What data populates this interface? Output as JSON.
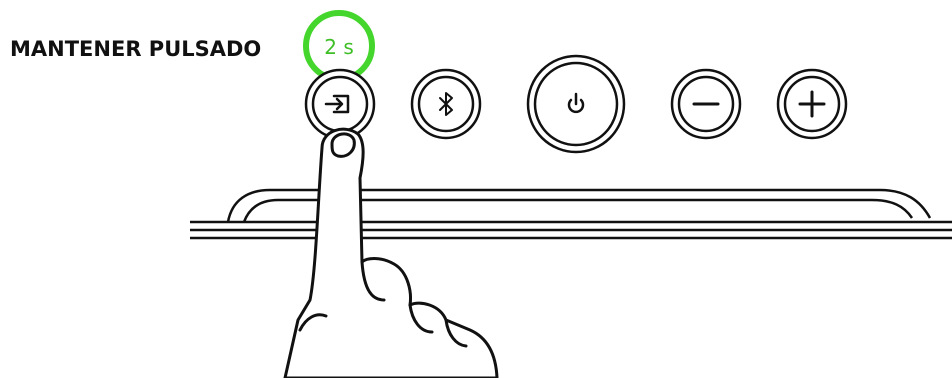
{
  "instruction": {
    "label": "MANTENER PULSADO"
  },
  "timer": {
    "text": "2 s",
    "color": "#44d62c"
  },
  "colors": {
    "outline": "#111111",
    "background": "#ffffff"
  },
  "buttons": [
    {
      "name": "input-source",
      "icon": "input-source-icon",
      "pressed": true
    },
    {
      "name": "bluetooth",
      "icon": "bluetooth-icon",
      "pressed": false
    },
    {
      "name": "power",
      "icon": "power-icon",
      "pressed": false
    },
    {
      "name": "volume-down",
      "icon": "minus-icon",
      "pressed": false
    },
    {
      "name": "volume-up",
      "icon": "plus-icon",
      "pressed": false
    }
  ],
  "gesture": {
    "action": "press-and-hold",
    "target": "input-source"
  }
}
